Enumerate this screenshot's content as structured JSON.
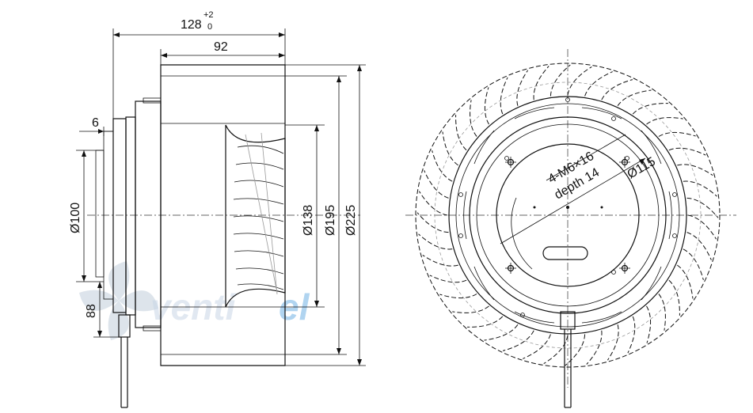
{
  "side_view": {
    "overall_width": "128",
    "overall_width_tol_upper": "+2",
    "overall_width_tol_lower": "0",
    "impeller_width": "92",
    "flange_thickness": "6",
    "diameter_flange": "Ø100",
    "offset_cable": "88",
    "diameter_inlet": "Ø138",
    "diameter_outer_ring": "Ø195",
    "diameter_impeller": "Ø225"
  },
  "front_view": {
    "thread_spec": "4-M6×16",
    "thread_depth": "depth 14",
    "bolt_circle": "Ø115"
  },
  "watermark": {
    "text_left": "venti",
    "text_right": "el"
  }
}
